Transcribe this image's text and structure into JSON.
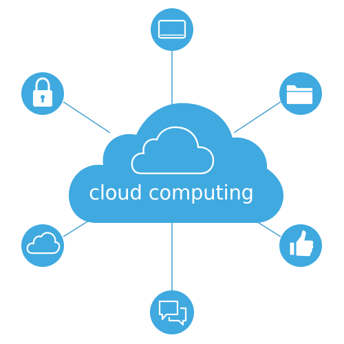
{
  "diagram": {
    "center_label": "cloud computing",
    "nodes": [
      {
        "id": "monitor",
        "icon": "monitor-icon"
      },
      {
        "id": "folder",
        "icon": "folder-icon"
      },
      {
        "id": "thumbs-up",
        "icon": "thumbs-up-icon"
      },
      {
        "id": "chat",
        "icon": "chat-bubbles-icon"
      },
      {
        "id": "cloud",
        "icon": "cloud-icon"
      },
      {
        "id": "lock",
        "icon": "padlock-icon"
      }
    ]
  },
  "colors": {
    "primary": "#3fa9e0",
    "connector": "#4aa3d1",
    "icon_stroke": "#ffffff",
    "background": "#ffffff"
  }
}
